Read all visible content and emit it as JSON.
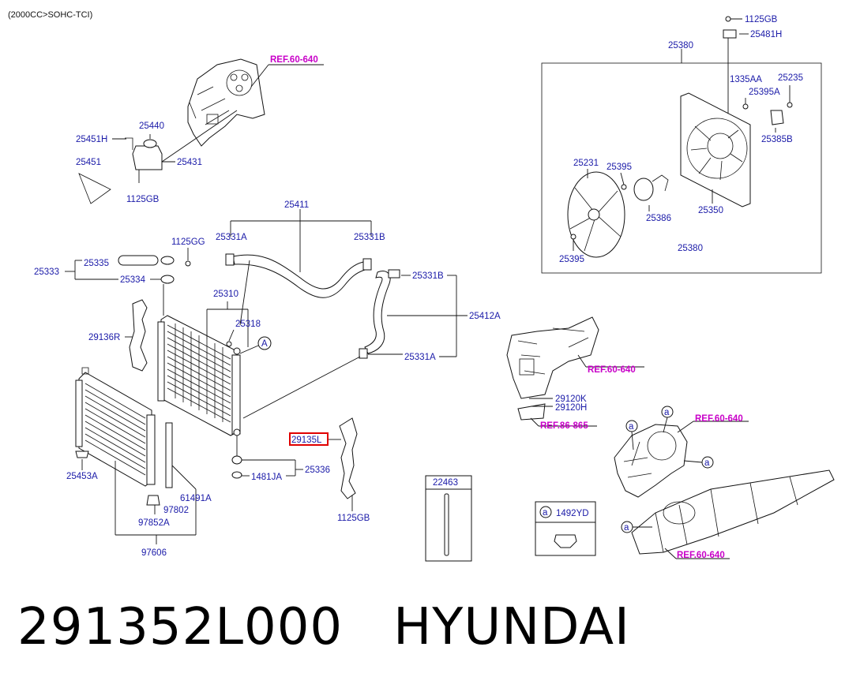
{
  "header": {
    "engine_note": "(2000CC>SOHC-TCI)"
  },
  "refs": {
    "top": "REF.60-640",
    "mid_right": "REF.60-640",
    "bracket": "REF.86-865",
    "lower_right": "REF.60-640",
    "frame": "REF.60-640"
  },
  "parts": {
    "p25440": "25440",
    "p25451H": "25451H",
    "p25431": "25431",
    "p25451": "25451",
    "p1125GB_res": "1125GB",
    "p25411": "25411",
    "p25331A_top": "25331A",
    "p25331B_top": "25331B",
    "p1125GG": "1125GG",
    "p25335": "25335",
    "p25333": "25333",
    "p25334": "25334",
    "p25331B": "25331B",
    "p25412A": "25412A",
    "p25331A": "25331A",
    "p25310": "25310",
    "p25318": "25318",
    "p29136R": "29136R",
    "p25453A": "25453A",
    "p25336": "25336",
    "p1481JA": "1481JA",
    "p29135L": "29135L",
    "p1125GB_shroud": "1125GB",
    "p61491A": "61491A",
    "p97802": "97802",
    "p97852A": "97852A",
    "p97606": "97606",
    "p22463": "22463",
    "p1492YD": "1492YD",
    "p29120K": "29120K",
    "p29120H": "29120H",
    "p1125GB_fan": "1125GB",
    "p25481H": "25481H",
    "p25380_top": "25380",
    "p1335AA": "1335AA",
    "p25235": "25235",
    "p25395A": "25395A",
    "p25385B": "25385B",
    "p25231": "25231",
    "p25395_a": "25395",
    "p25386": "25386",
    "p25350": "25350",
    "p25395_b": "25395",
    "p25380_box": "25380"
  },
  "callouts": {
    "a": "a",
    "A": "A"
  },
  "caption": {
    "part_number": "291352L000",
    "brand": "HYUNDAI"
  }
}
